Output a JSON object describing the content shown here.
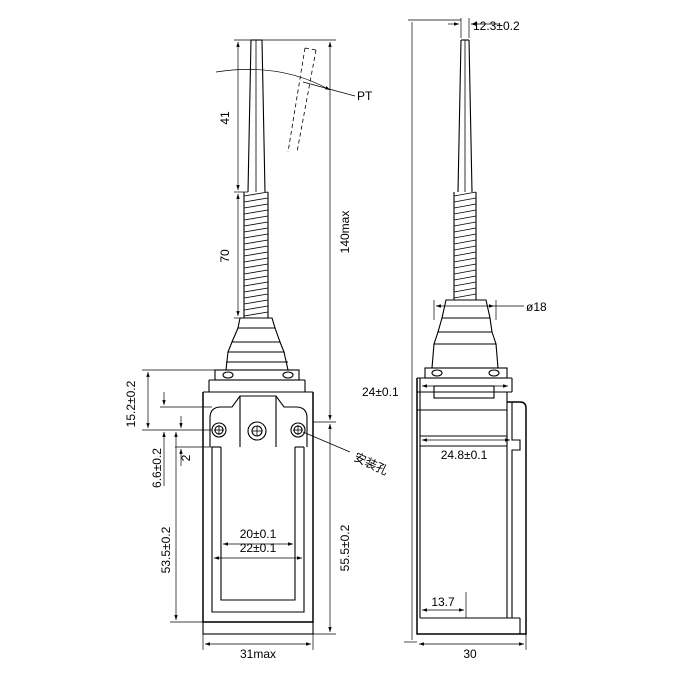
{
  "labels": {
    "pt": "PT",
    "len_41": "41",
    "len_70": "70",
    "len_140max": "140max",
    "h_15_2": "15.2±0.2",
    "h_6_6": "6.6±0.2",
    "h_2": "2",
    "h_53_5": "53.5±0.2",
    "h_55_5": "55.5±0.2",
    "w_20": "20±0.1",
    "w_22": "22±0.1",
    "w_31max": "31max",
    "mount_hole": "安装孔",
    "tip_12_3": "12.3±0.2",
    "dia_18": "ø18",
    "w_24": "24±0.1",
    "w_24_8": "24.8±0.1",
    "w_13_7": "13.7",
    "w_30": "30"
  }
}
